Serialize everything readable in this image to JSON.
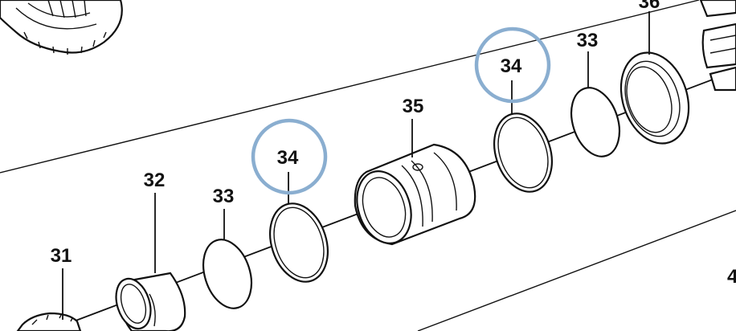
{
  "diagram": {
    "callouts": [
      {
        "id": "callout-31",
        "text": "31"
      },
      {
        "id": "callout-32",
        "text": "32"
      },
      {
        "id": "callout-33-left",
        "text": "33"
      },
      {
        "id": "callout-34-left",
        "text": "34",
        "highlighted": true
      },
      {
        "id": "callout-35",
        "text": "35"
      },
      {
        "id": "callout-34-right",
        "text": "34",
        "highlighted": true
      },
      {
        "id": "callout-33-right",
        "text": "33"
      },
      {
        "id": "callout-36",
        "text": "36"
      }
    ],
    "highlight_color": "#8aaed0",
    "line_color": "#111111"
  }
}
